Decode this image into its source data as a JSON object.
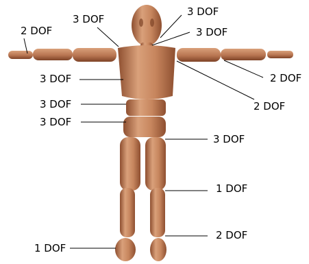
{
  "colors": {
    "skin_light": "#d9a07a",
    "skin_mid": "#b97652",
    "skin_dark": "#8e4f30",
    "leader": "#000000"
  },
  "labels": {
    "hand_left": "2 DOF",
    "shoulder_left": "3 DOF",
    "neck_top": "3 DOF",
    "neck_base": "3 DOF",
    "wrist_right": "2 DOF",
    "elbow_right": "2 DOF",
    "chest": "3 DOF",
    "waist_upper": "3 DOF",
    "waist_lower": "3 DOF",
    "hip_right": "3 DOF",
    "knee_right": "1 DOF",
    "ankle_right": "2 DOF",
    "toe_left": "1 DOF"
  }
}
